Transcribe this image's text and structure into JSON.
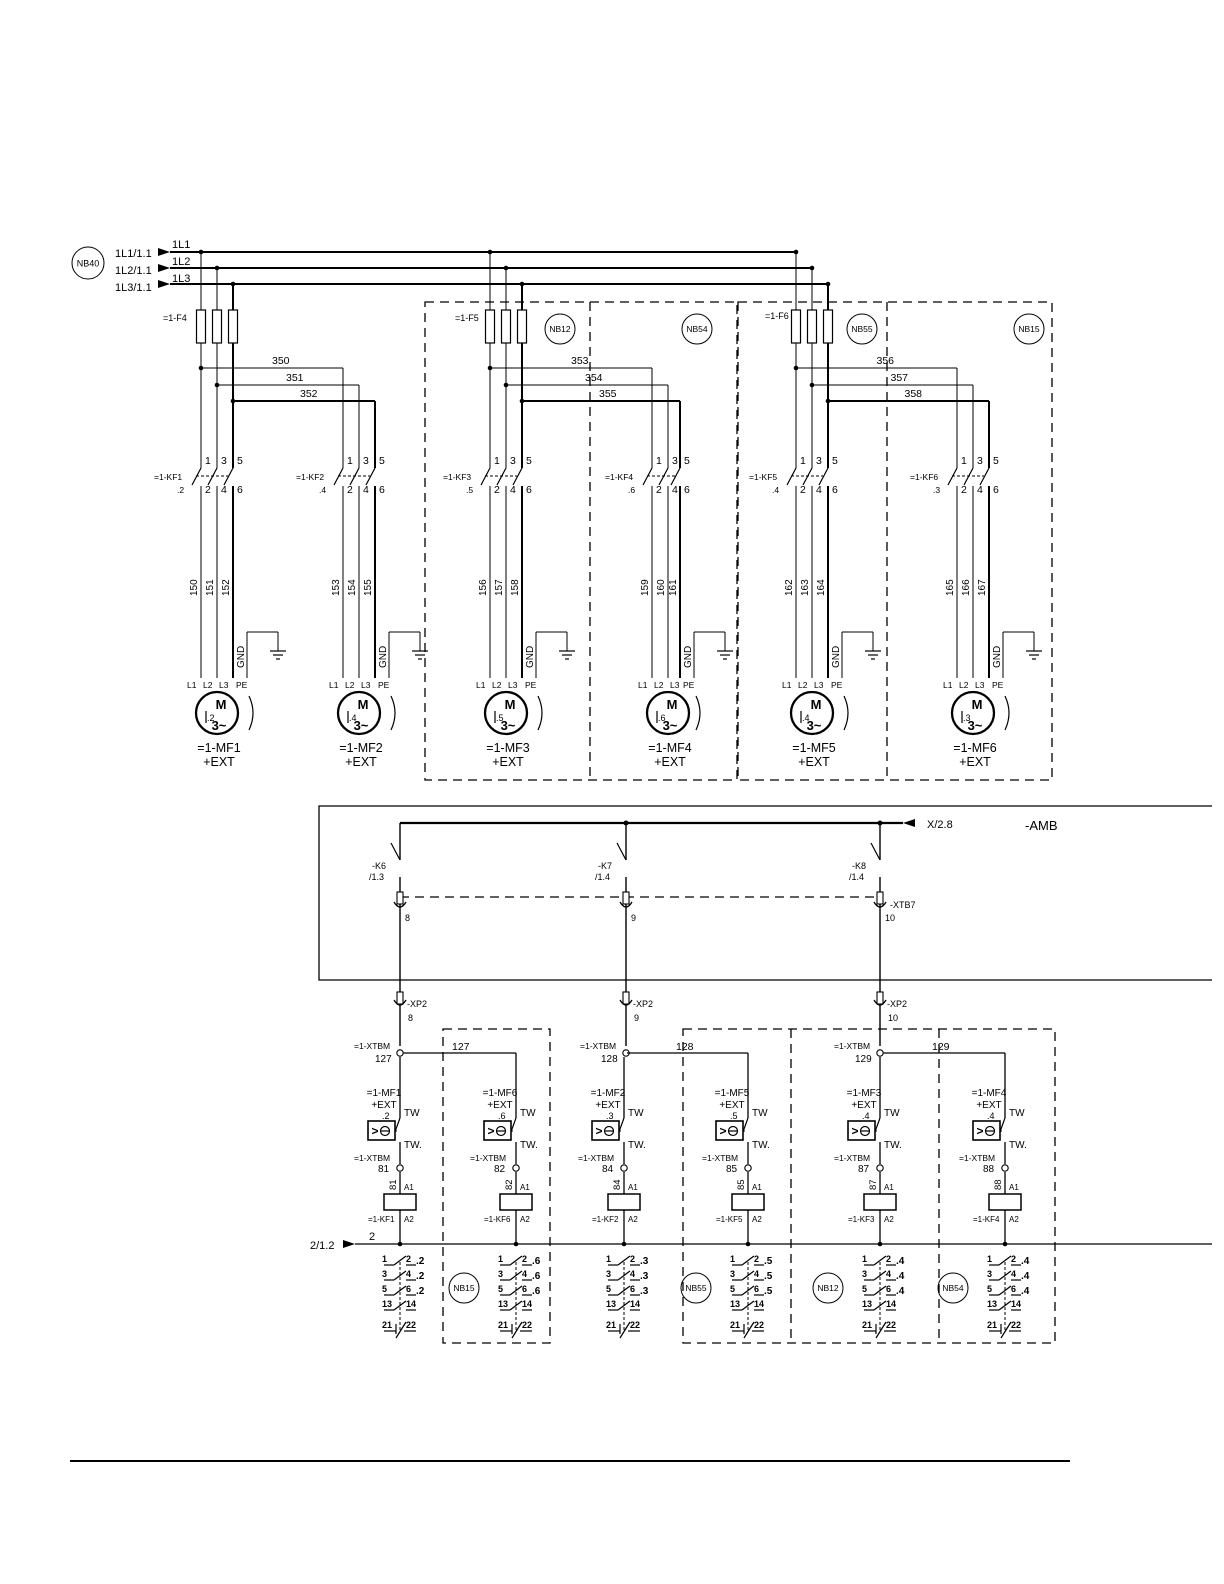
{
  "power_section": {
    "source_badge": "NB40",
    "incoming_refs": [
      "1L1/1.1",
      "1L2/1.1",
      "1L3/1.1"
    ],
    "bus_labels": [
      "1L1",
      "1L2",
      "1L3"
    ],
    "cabinet_badges": [
      "NB12",
      "NB54",
      "NB55",
      "NB15"
    ],
    "fuses": [
      "=1-F4",
      "=1-F5",
      "=1-F6"
    ],
    "ground_label": "GND",
    "motor_terminals": [
      "L1",
      "L2",
      "L3",
      "PE"
    ],
    "motor_letter": "M",
    "motor_phase": "3~",
    "motor_location": "+EXT",
    "branches": [
      {
        "wires": [
          "350",
          "351",
          "352"
        ],
        "contactor": "=1-KF1",
        "contactor_ref": ".2",
        "cables": [
          "150",
          "151",
          "152"
        ],
        "motor": "=1-MF1",
        "motor_ref": ".2"
      },
      {
        "wires": [],
        "contactor": "=1-KF2",
        "contactor_ref": ".4",
        "cables": [
          "153",
          "154",
          "155"
        ],
        "motor": "=1-MF2",
        "motor_ref": ".4"
      },
      {
        "wires": [
          "353",
          "354",
          "355"
        ],
        "contactor": "=1-KF3",
        "contactor_ref": ".5",
        "cables": [
          "156",
          "157",
          "158"
        ],
        "motor": "=1-MF3",
        "motor_ref": ".5"
      },
      {
        "wires": [],
        "contactor": "=1-KF4",
        "contactor_ref": ".6",
        "cables": [
          "159",
          "160",
          "161"
        ],
        "motor": "=1-MF4",
        "motor_ref": ".6"
      },
      {
        "wires": [
          "356",
          "357",
          "358"
        ],
        "contactor": "=1-KF5",
        "contactor_ref": ".4",
        "cables": [
          "162",
          "163",
          "164"
        ],
        "motor": "=1-MF5",
        "motor_ref": ".4"
      },
      {
        "wires": [],
        "contactor": "=1-KF6",
        "contactor_ref": ".3",
        "cables": [
          "165",
          "166",
          "167"
        ],
        "motor": "=1-MF6",
        "motor_ref": ".3"
      }
    ],
    "contact_top": [
      "1",
      "3",
      "5"
    ],
    "contact_bottom": [
      "2",
      "4",
      "6"
    ]
  },
  "control_section": {
    "cabinet_label": "-AMB",
    "supply_ref": "X/2.8",
    "neutral_ref": "2/1.2",
    "neutral_wire": "2",
    "relays": [
      {
        "name": "-K6",
        "ref": "/1.3",
        "terminal": "8"
      },
      {
        "name": "-K7",
        "ref": "/1.4",
        "terminal": "9"
      },
      {
        "name": "-K8",
        "ref": "/1.4",
        "terminal": "10"
      }
    ],
    "terminal_strip": "-XTB7",
    "plug": "-XP2",
    "plug_pins": [
      "8",
      "9",
      "10"
    ],
    "xtbm_label": "=1-XTBM",
    "group_terminals": [
      "127",
      "128",
      "129"
    ],
    "thermal_label_1": "TW",
    "thermal_label_2": "TW.",
    "coil_pin_1": "A1",
    "coil_pin_2": "A2",
    "contact_pins": [
      "1",
      "2",
      "3",
      "4",
      "5",
      "6",
      "13",
      "14",
      "21",
      "22"
    ],
    "columns": [
      {
        "motor": "=1-MF1",
        "location": "+EXT",
        "motor_ref": ".2",
        "terminal": "81",
        "coil": "=1-KF1",
        "contact_refs": [
          ".2",
          ".2",
          ".2"
        ],
        "badge": ""
      },
      {
        "motor": "=1-MF6",
        "location": "+EXT",
        "motor_ref": ".6",
        "terminal": "82",
        "coil": "=1-KF6",
        "contact_refs": [
          ".6",
          ".6",
          ".6"
        ],
        "badge": "NB15"
      },
      {
        "motor": "=1-MF2",
        "location": "+EXT",
        "motor_ref": ".3",
        "terminal": "84",
        "coil": "=1-KF2",
        "contact_refs": [
          ".3",
          ".3",
          ".3"
        ],
        "badge": ""
      },
      {
        "motor": "=1-MF5",
        "location": "+EXT",
        "motor_ref": ".5",
        "terminal": "85",
        "coil": "=1-KF5",
        "contact_refs": [
          ".5",
          ".5",
          ".5"
        ],
        "badge": "NB55"
      },
      {
        "motor": "=1-MF3",
        "location": "+EXT",
        "motor_ref": ".4",
        "terminal": "87",
        "coil": "=1-KF3",
        "contact_refs": [
          ".4",
          ".4",
          ".4"
        ],
        "badge": "NB12"
      },
      {
        "motor": "=1-MF4",
        "location": "+EXT",
        "motor_ref": ".4",
        "terminal": "88",
        "coil": "=1-KF4",
        "contact_refs": [
          ".4",
          ".4",
          ".4"
        ],
        "badge": "NB54"
      }
    ]
  }
}
